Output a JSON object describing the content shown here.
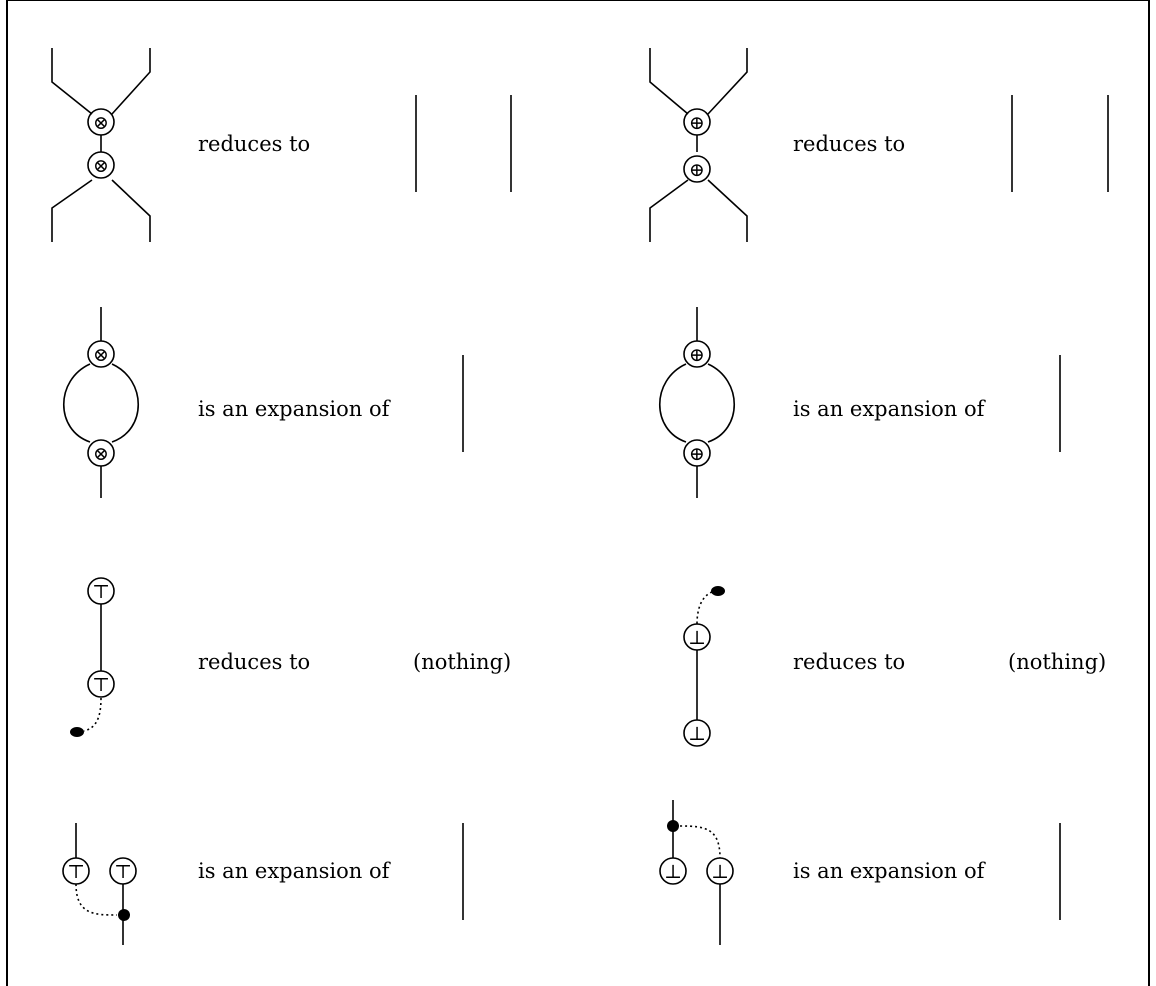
{
  "rules": [
    {
      "label": "reduces to"
    },
    {
      "label": "reduces to"
    },
    {
      "label": "is an expansion of"
    },
    {
      "label": "is an expansion of"
    },
    {
      "label": "reduces to",
      "result": "(nothing)"
    },
    {
      "label": "reduces to",
      "result": "(nothing)"
    },
    {
      "label": "is an expansion of"
    },
    {
      "label": "is an expansion of"
    }
  ],
  "symbols": {
    "tensor": "⊗",
    "par": "⊕",
    "top": "⊤",
    "bottom": "⊥"
  }
}
